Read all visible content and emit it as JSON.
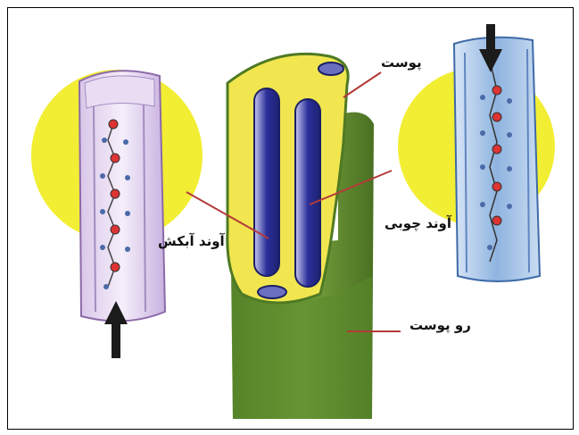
{
  "labels": {
    "epidermis": "پوست",
    "xylem": "آوند چوبی",
    "phloem": "آوند آبکش",
    "cortex": "رو پوست"
  },
  "colors": {
    "highlight_circle": "#f2ee33",
    "stem_green": "#5f8a2f",
    "pith_yellow": "#f1e64f",
    "vessel_blue": "#2b2f9a",
    "leader_line": "#b33a3a",
    "arrow": "#1b1b1b"
  },
  "icons": {
    "up_arrow": "arrow-up-icon",
    "down_arrow": "arrow-down-icon"
  }
}
